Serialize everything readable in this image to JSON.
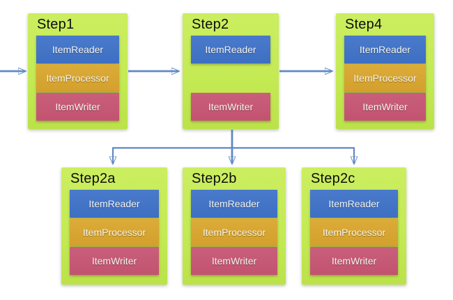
{
  "colors": {
    "box": "#c4ea54",
    "reader": "#3d6fc2",
    "processor": "#d3a02c",
    "writer": "#c25370",
    "arrow": "#6189c6",
    "title_text": "#0d0d0d",
    "bar_text": "#f4f4ef"
  },
  "steps": [
    {
      "label": "Step1",
      "reader": "ItemReader",
      "processor": "ItemProcessor",
      "writer": "ItemWriter"
    },
    {
      "label": "Step2",
      "reader": "ItemReader",
      "writer": "ItemWriter"
    },
    {
      "label": "Step4",
      "reader": "ItemReader",
      "processor": "ItemProcessor",
      "writer": "ItemWriter"
    },
    {
      "label": "Step2a",
      "reader": "ItemReader",
      "processor": "ItemProcessor",
      "writer": "ItemWriter"
    },
    {
      "label": "Step2b",
      "reader": "ItemReader",
      "processor": "ItemProcessor",
      "writer": "ItemWriter"
    },
    {
      "label": "Step2c",
      "reader": "ItemReader",
      "processor": "ItemProcessor",
      "writer": "ItemWriter"
    }
  ]
}
